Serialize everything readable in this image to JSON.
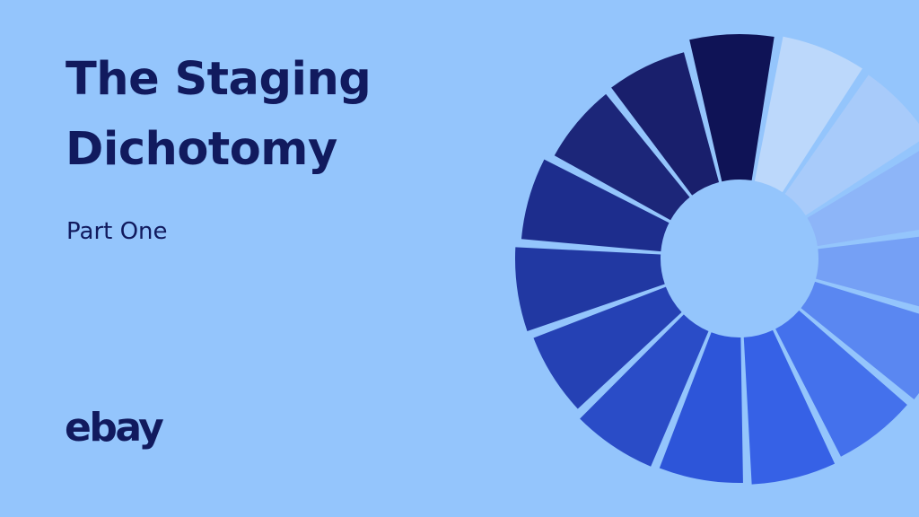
{
  "title_lines": [
    "The Staging",
    "Dichotomy"
  ],
  "subtitle": "Part One",
  "logo_text": "ebay",
  "colors": {
    "background": "#94c5fc",
    "text": "#111a5e",
    "segments": [
      "#0f1356",
      "#191f6c",
      "#1c2679",
      "#1d2d8d",
      "#2138a2",
      "#2541b4",
      "#2a4cc7",
      "#2d55d9",
      "#3661e6",
      "#4471ec",
      "#5a87f1",
      "#75a0f5",
      "#8db5f8",
      "#a8cbfa",
      "#bcd8fb"
    ]
  }
}
